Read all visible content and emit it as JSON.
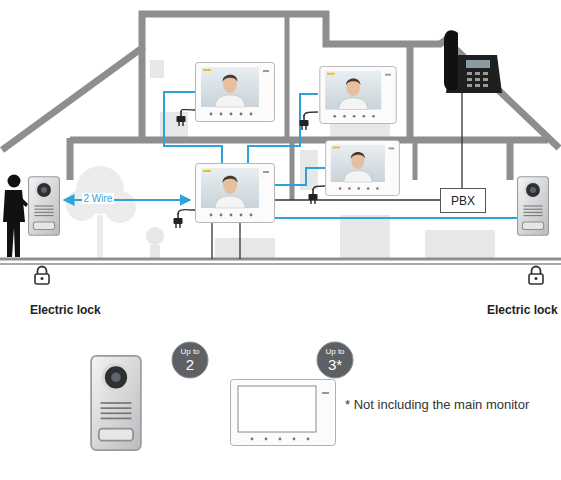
{
  "diagram": {
    "nodes": [
      {
        "text": [
          "PBX"
        ]
      },
      {
        "text": [
          "Up to",
          "2"
        ]
      },
      {
        "text": [
          "Up to",
          "3*"
        ]
      }
    ],
    "labels": [
      "2 Wire",
      "Electric lock",
      "Electric lock",
      "* Not including the main monitor"
    ]
  }
}
